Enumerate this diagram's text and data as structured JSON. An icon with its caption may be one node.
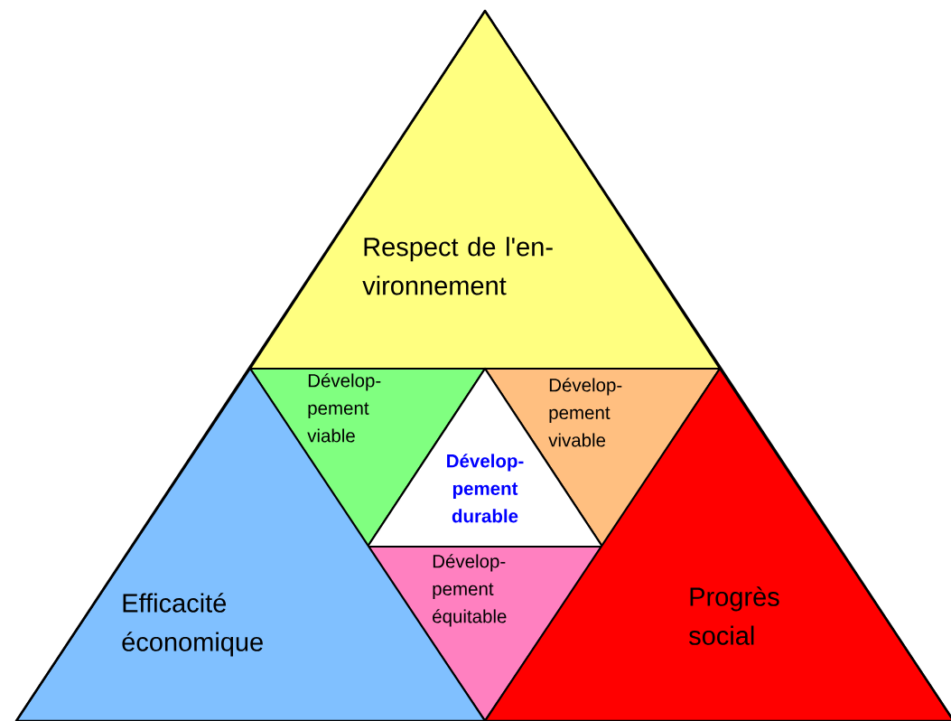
{
  "diagram": {
    "nodes": [
      {
        "text": [
          "Respect de l'en- vironnement"
        ]
      },
      {
        "text": [
          "Dévelop- pement viable"
        ]
      },
      {
        "text": [
          "Dévelop- pement vivable"
        ]
      },
      {
        "text": [
          "Dévelop- pement durable"
        ]
      },
      {
        "text": [
          "Dévelop- pement équitable"
        ]
      },
      {
        "text": [
          "Efficacité économique"
        ]
      },
      {
        "text": [
          "Progrès social"
        ]
      }
    ]
  }
}
